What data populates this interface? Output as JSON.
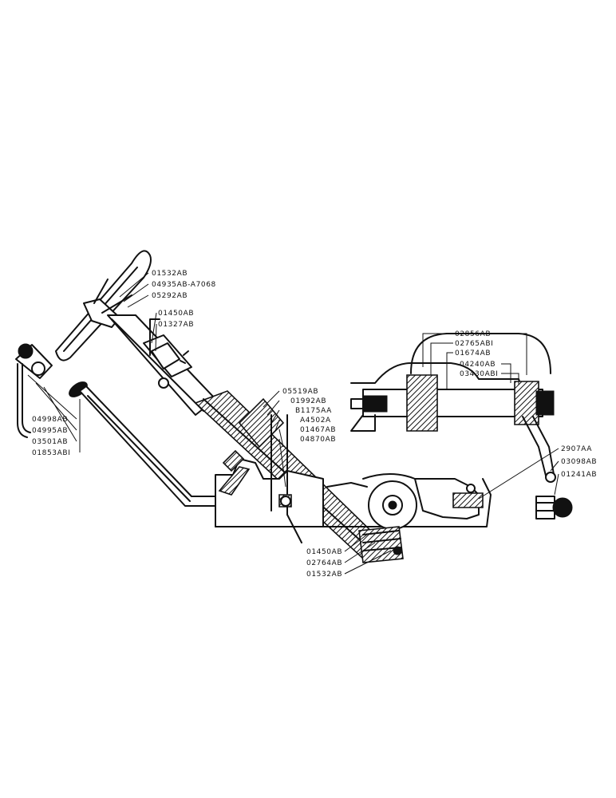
{
  "diagram": {
    "labels": {
      "l01532_top": "01532AB",
      "l04935": "04935AB-A7068",
      "l05292": "05292AB",
      "l01450_top": "01450AB",
      "l01327": "01327AB",
      "l04998": "04998AB",
      "l04995": "04995AB",
      "l03501": "03501AB",
      "l01853": "01853ABI",
      "l05519": "05519AB",
      "l01992": "01992AB",
      "l81175": "B1175AA",
      "lA4502": "A4502A",
      "l01467": "01467AB",
      "l04870": "04870AB",
      "l01450_bot": "01450AB",
      "l02764": "02764AB",
      "l01532_bot": "01532AB",
      "l02856": "02856AB",
      "l02765": "02765ABI",
      "l01674": "01674AB",
      "l04240": "04240AB",
      "l03430": "03430ABI",
      "l2907": "2907AA",
      "l03098": "03098AB",
      "l01241": "01241AB"
    }
  }
}
